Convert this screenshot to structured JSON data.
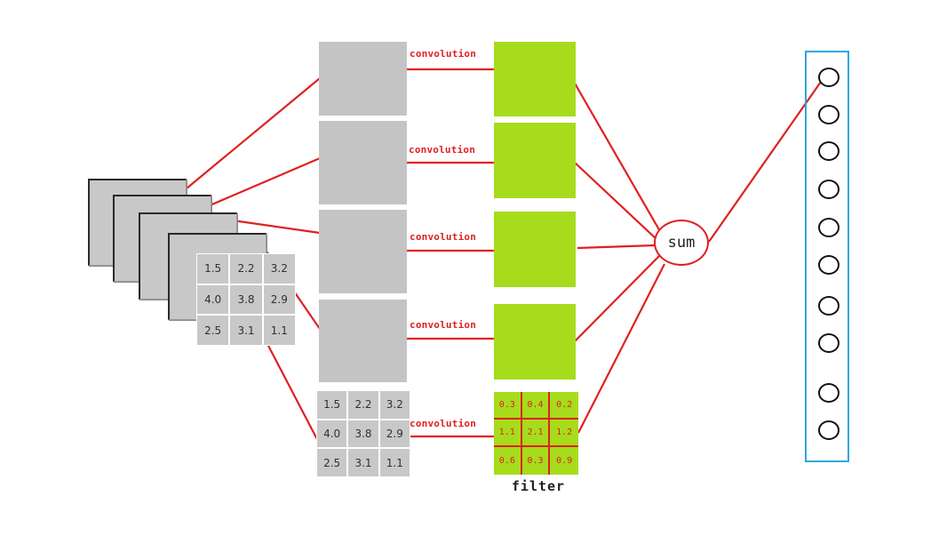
{
  "input_matrix": [
    [
      "1.5",
      "2.2",
      "3.2"
    ],
    [
      "4.0",
      "3.8",
      "2.9"
    ],
    [
      "2.5",
      "3.1",
      "1.1"
    ]
  ],
  "feature_matrix": [
    [
      "1.5",
      "2.2",
      "3.2"
    ],
    [
      "4.0",
      "3.8",
      "2.9"
    ],
    [
      "2.5",
      "3.1",
      "1.1"
    ]
  ],
  "filter_matrix": [
    [
      "0.3",
      "0.4",
      "0.2"
    ],
    [
      "1.1",
      "2.1",
      "1.2"
    ],
    [
      "0.6",
      "0.3",
      "0.9"
    ]
  ],
  "conv_labels": [
    "convolution",
    "convolution",
    "convolution",
    "convolution",
    "convolution"
  ],
  "filter_caption": "filter",
  "sum_label": "sum",
  "neuron_count": 10,
  "colors": {
    "edge": "#e02020",
    "feature_map": "#c4c4c4",
    "filter": "#a6dc1c",
    "output_border": "#2ea8e0"
  }
}
